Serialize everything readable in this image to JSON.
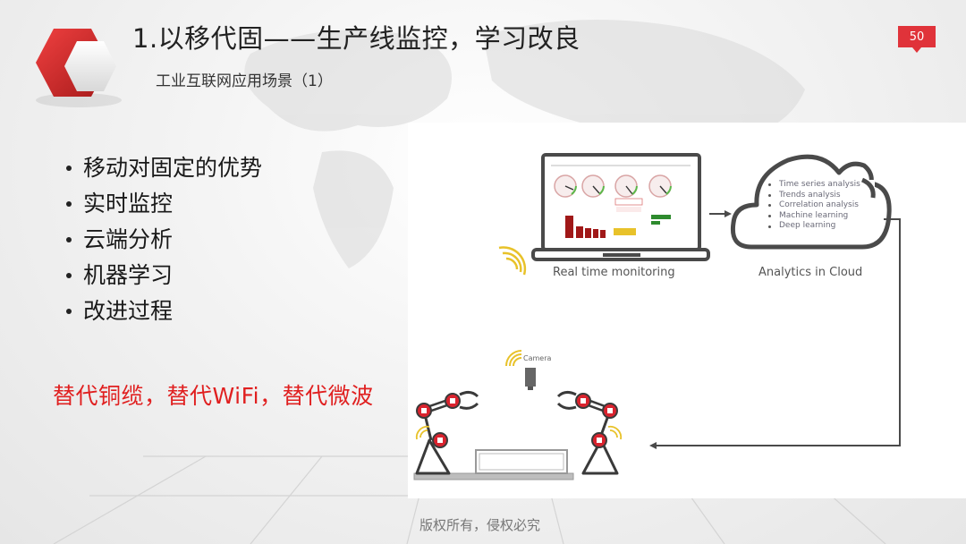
{
  "slide": {
    "title": "1.以移代固——生产线监控，学习改良",
    "subtitle": "工业互联网应用场景（1）",
    "page_number": "50",
    "accent_color": "#e0333a"
  },
  "bullets": [
    {
      "label": "移动对固定的优势"
    },
    {
      "label": "实时监控"
    },
    {
      "label": "云端分析"
    },
    {
      "label": "机器学习"
    },
    {
      "label": "改进过程"
    }
  ],
  "highlight_note": {
    "text": "替代铜缆，替代WiFi，替代微波",
    "color": "#e02020"
  },
  "diagram": {
    "monitor_label": "Real time monitoring",
    "cloud_label": "Analytics in Cloud",
    "cloud_items": [
      {
        "label": "Time series analysis"
      },
      {
        "label": "Trends analysis"
      },
      {
        "label": "Correlation analysis"
      },
      {
        "label": "Machine learning"
      },
      {
        "label": "Deep learning"
      }
    ],
    "camera_label": "Camera",
    "icons": [
      "laptop-dashboard-icon",
      "cloud-icon",
      "wireless-signal-icon",
      "camera-icon",
      "robot-arm-icon",
      "conveyor-icon"
    ],
    "colors": {
      "line": "#4a4a4a",
      "signal": "#e8c22a",
      "joint": "#d9232e"
    }
  },
  "footer": {
    "copyright": "版权所有，侵权必究"
  }
}
